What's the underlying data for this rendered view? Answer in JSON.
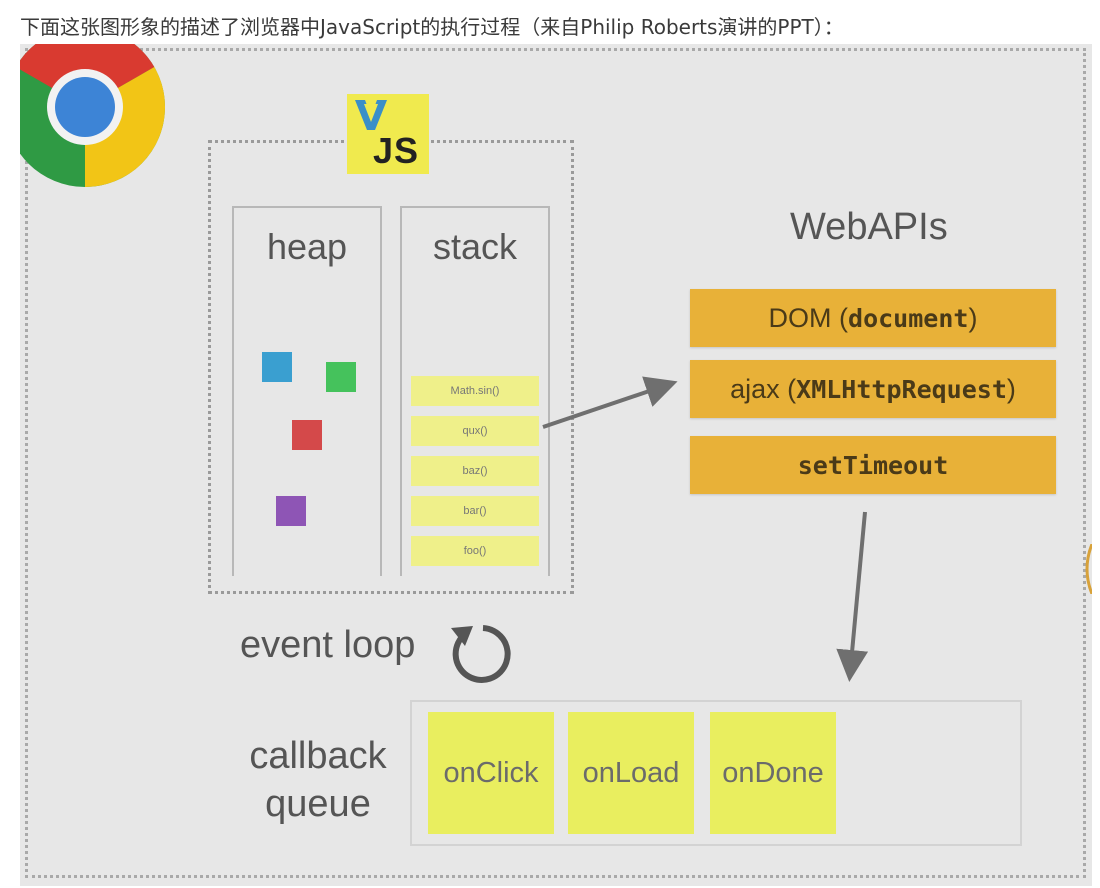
{
  "caption": "下面这张图形象的描述了浏览器中JavaScript的执行过程（来自Philip Roberts演讲的PPT）：",
  "diagram": {
    "js_badge": "JS",
    "heap": {
      "title": "heap"
    },
    "stack": {
      "title": "stack",
      "frames": [
        "Math.sin()",
        "qux()",
        "baz()",
        "bar()",
        "foo()"
      ]
    },
    "webapis": {
      "title": "WebAPIs",
      "dom": {
        "label": "DOM (",
        "code": "document",
        "end": ")"
      },
      "ajax": {
        "label": "ajax (",
        "code": "XMLHttpRequest",
        "end": ")"
      },
      "timer": {
        "code": "setTimeout"
      }
    },
    "event_loop": "event loop",
    "callback_queue": {
      "label_line1": "callback",
      "label_line2": "queue",
      "items": [
        "onClick",
        "onLoad",
        "onDone"
      ]
    }
  },
  "colors": {
    "slide_bg": "#e7e7e7",
    "webapi_orange": "#e8b138",
    "callback_yellow": "#e9ee5f",
    "stack_frame_yellow": "#eff08a",
    "js_yellow": "#f0ea4e",
    "heap_blue": "#3a9fd0",
    "heap_green": "#45c25c",
    "heap_red": "#d4494a",
    "heap_purple": "#8e55b5"
  }
}
